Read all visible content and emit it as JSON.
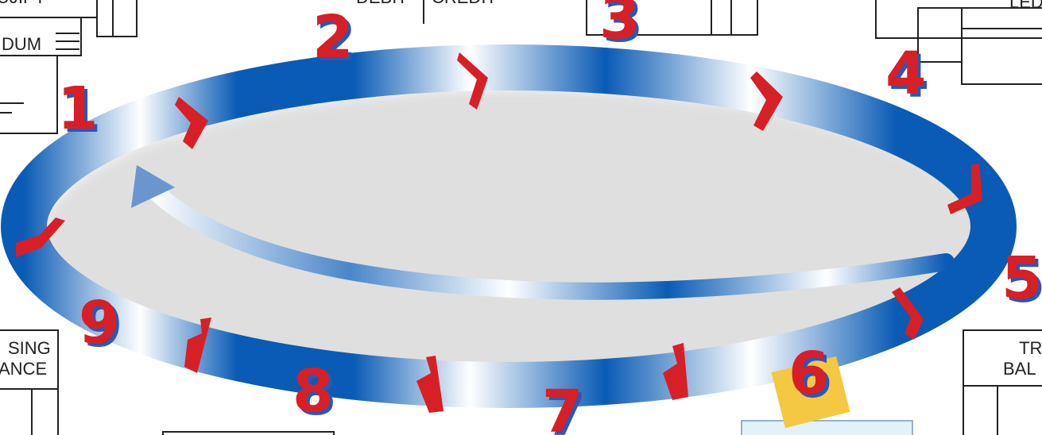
{
  "steps": [
    {
      "label": "1"
    },
    {
      "label": "2"
    },
    {
      "label": "3"
    },
    {
      "label": "4"
    },
    {
      "label": "5"
    },
    {
      "label": "6"
    },
    {
      "label": "7"
    },
    {
      "label": "8"
    },
    {
      "label": "9"
    }
  ],
  "boxes": {
    "top_left_partial_1": "DUM",
    "top_left_partial_0": "UJIPT",
    "top_middle_left": "DEBIT",
    "top_middle_right": "CREDIT",
    "top_right_partial": "LED",
    "bottom_left_line1": "SING",
    "bottom_left_line2": "ANCE",
    "bottom_right_line1": "TR",
    "bottom_right_line2": "BAL"
  },
  "colors": {
    "ring_dark": "#0a5bb5",
    "ring_light": "#ffffff",
    "arrow_red": "#d81f26",
    "number_red": "#d81f26",
    "number_shadow": "#2b57b5",
    "highlight_yellow": "#f5c842",
    "light_blue_box": "#e3f1fb"
  }
}
